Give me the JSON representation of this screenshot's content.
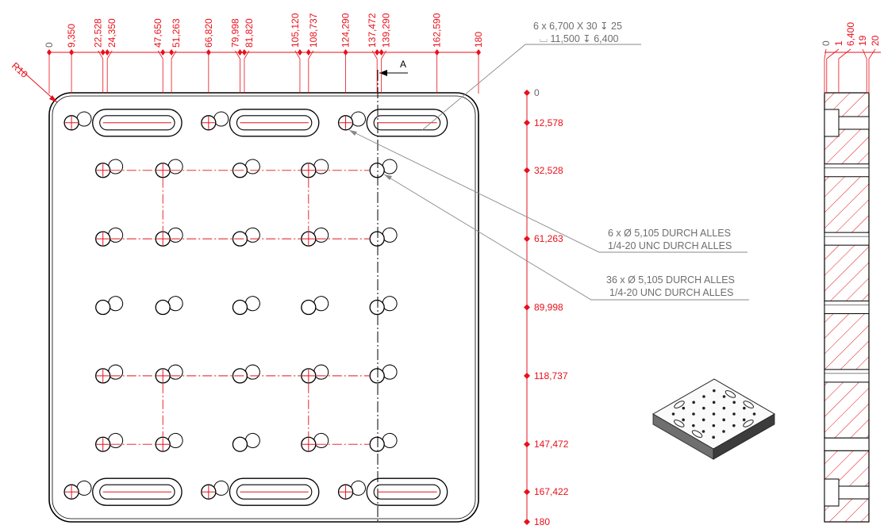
{
  "view_label": "A",
  "radius_label": "R10",
  "colors": {
    "dimension": "#e8101a",
    "outline": "#000000",
    "leader": "#888888",
    "hatch": "#e8101a"
  },
  "top_dims": [
    "0",
    "9,350",
    "22,528",
    "24,350",
    "47,650",
    "51,263",
    "66,820",
    "79,998",
    "81,820",
    "105,120",
    "108,737",
    "124,290",
    "137,472",
    "139,290",
    "162,590",
    "180"
  ],
  "right_dims": [
    "0",
    "12,578",
    "32,528",
    "61,263",
    "89,998",
    "118,737",
    "147,472",
    "167,422",
    "180"
  ],
  "side_dims": [
    "0",
    "1",
    "6,400",
    "19",
    "20"
  ],
  "slot_note": {
    "line1": "6 x 6,700 X 30 ↧ 25",
    "line2": "⌴ 11,500 ↧ 6,400"
  },
  "hole_note_1": {
    "line1": "6 x Ø 5,105 DURCH ALLES",
    "line2": "1/4-20 UNC  DURCH ALLES"
  },
  "hole_note_2": {
    "line1": "36 x Ø 5,105 DURCH ALLES",
    "line2": "1/4-20 UNC  DURCH ALLES"
  }
}
